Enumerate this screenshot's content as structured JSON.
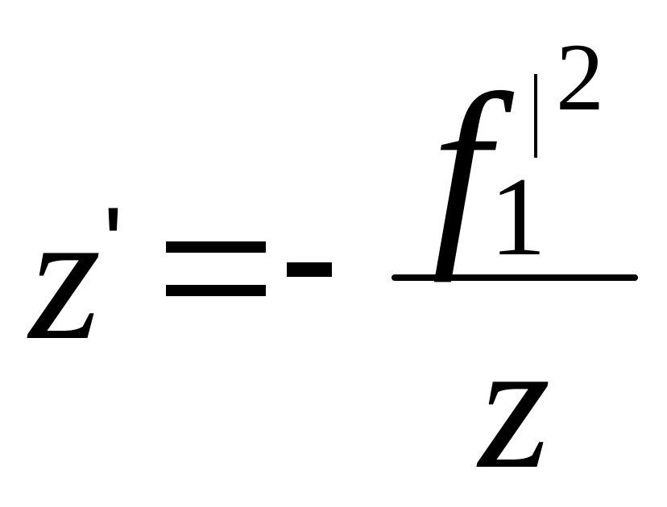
{
  "equation": {
    "lhs_variable": "z",
    "lhs_prime": "'",
    "relation": "=",
    "sign": "-",
    "numerator": {
      "variable": "f",
      "subscript": "1",
      "exponent": "2"
    },
    "denominator": {
      "variable": "z"
    }
  }
}
